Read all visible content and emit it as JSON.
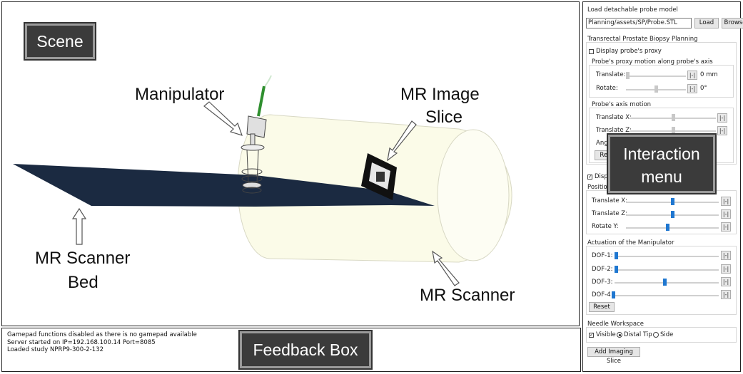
{
  "scene": {
    "tag": "Scene",
    "labels": {
      "manipulator": "Manipulator",
      "mr_image_slice_line1": "MR Image",
      "mr_image_slice_line2": "Slice",
      "mr_scanner_bed_line1": "MR Scanner",
      "mr_scanner_bed_line2": "Bed",
      "mr_scanner": "MR Scanner"
    }
  },
  "feedback": {
    "tag": "Feedback Box",
    "lines": [
      "Gamepad functions disabled as there is no gamepad available",
      "Server started on IP=192.168.100.14 Port=8085",
      "Loaded study NPRP9-300-2-132"
    ]
  },
  "overlay_tag": {
    "line1": "Interaction",
    "line2": "menu"
  },
  "panel": {
    "load_section_title": "Load detachable probe model",
    "probe_path": "Planning/assets/SP/Probe.STL",
    "load_button": "Load",
    "browse_button": "Browse",
    "trp_title": "Transrectal Prostate Biopsy Planning",
    "display_probe_proxy": "Display probe's proxy",
    "proxy_motion_title": "Probe's proxy motion along probe's axis",
    "proxy_translate_label": "Translate:",
    "proxy_translate_value": "0 mm",
    "proxy_rotate_label": "Rotate:",
    "proxy_rotate_value": "0°",
    "axis_motion_title": "Probe's axis motion",
    "axis_translate_x": "Translate X:",
    "axis_translate_z": "Translate Z:",
    "axis_angle": "Ang",
    "axis_reset": "Res",
    "display_robot": "Display Robot",
    "position_title": "Position of Manipulator",
    "pos_translate_x": "Translate X:",
    "pos_translate_z": "Translate Z:",
    "pos_rotate_y": "Rotate Y:",
    "actuation_title": "Actuation of the Manipulator",
    "dof1": "DOF-1:",
    "dof2": "DOF-2:",
    "dof3": "DOF-3:",
    "dof4": "DOF-4",
    "actuation_reset": "Reset",
    "needle_title": "Needle Workspace",
    "visible": "Visible",
    "distal_tip": "Distal Tip",
    "side": "Side",
    "add_slice": "Add Imaging Slice",
    "stepper_symbol": "|-|",
    "checked_mark": "✓"
  },
  "sliders": {
    "proxy_translate": 0,
    "proxy_rotate": 0.5,
    "axis_translate_x": 0.5,
    "axis_translate_z": 0.5,
    "pos_translate_x": 0.5,
    "pos_translate_z": 0.5,
    "pos_rotate_y": 0.45,
    "dof1": 0.0,
    "dof2": 0.0,
    "dof3": 0.48,
    "dof4": 0.0
  },
  "colors": {
    "bed": "#1b2a41",
    "scanner_fill": "#fbfbe8",
    "tag_bg": "#3b3b3b",
    "slider_blue": "#1f77d0",
    "needle_green": "#2f8f2f"
  }
}
